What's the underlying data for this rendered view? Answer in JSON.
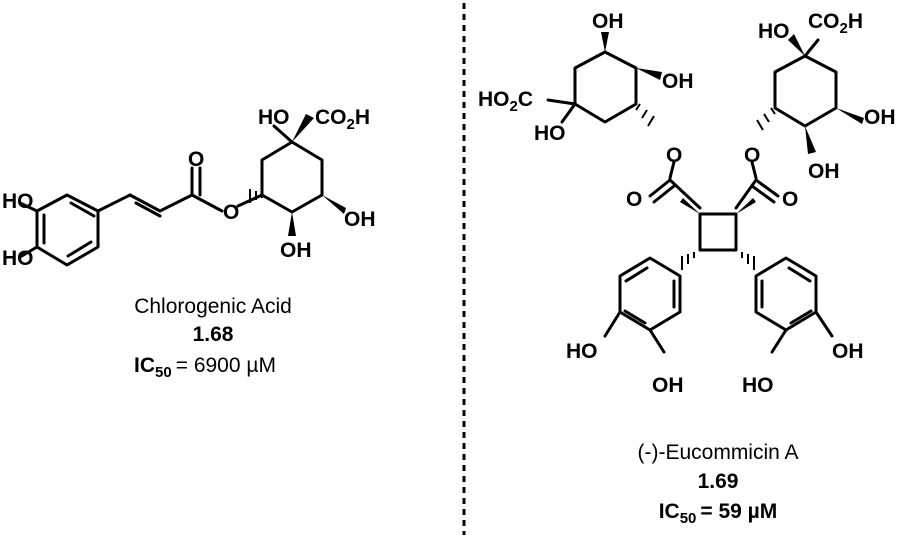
{
  "left": {
    "name": "Chlorogenic Acid",
    "number": "1.68",
    "ic_label": "IC",
    "ic_sub": "50",
    "ic_value": "= 6900 µM",
    "atoms": {
      "ho_top": "HO",
      "co2h": "CO",
      "co2h_2": "2",
      "co2h_h": "H",
      "carbonyl_o": "O",
      "ester_o": "O",
      "oh_right": "OH",
      "oh_bottom": "OH",
      "ho_cat1": "HO",
      "ho_cat2": "HO"
    }
  },
  "right": {
    "name": "(-)-Eucommicin A",
    "number": "1.69",
    "ic_label": "IC",
    "ic_sub": "50",
    "ic_value": "= 59 µM",
    "atoms": {
      "oh_tl1": "OH",
      "oh_tl2": "OH",
      "ho2c_left": "HO",
      "ho2c_left_2": "2",
      "ho2c_left_c": "C",
      "ho_left": "HO",
      "ho_tr": "HO",
      "co2h_tr": "CO",
      "co2h_tr_2": "2",
      "co2h_tr_h": "H",
      "oh_r1": "OH",
      "oh_r2": "OH",
      "ester_o_l": "O",
      "ester_o_r": "O",
      "carb_o_l": "O",
      "carb_o_r": "O",
      "ho_cat_l": "HO",
      "oh_cat_l": "OH",
      "ho_cat_r": "HO",
      "oh_cat_r": "OH"
    }
  }
}
